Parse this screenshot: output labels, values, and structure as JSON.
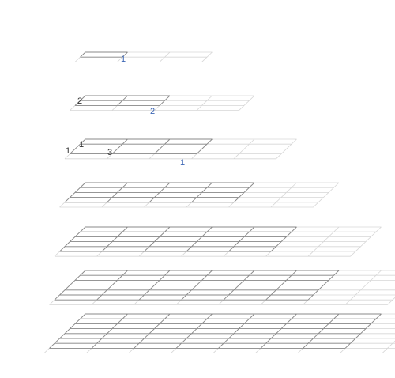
{
  "colors": {
    "background": "#ffffff",
    "main_grid": "#8a8a8a",
    "shadow_grid": "#d6d6d6",
    "dark_label": "#333333",
    "blue_label": "#3f68b5"
  },
  "layers": [
    {
      "cells": 1,
      "labels": [
        {
          "text": "1",
          "color": "blue"
        }
      ]
    },
    {
      "cells": 2,
      "labels": [
        {
          "text": "2",
          "color": "dark"
        },
        {
          "text": "2",
          "color": "blue"
        }
      ]
    },
    {
      "cells": 3,
      "labels": [
        {
          "text": "1",
          "color": "dark"
        },
        {
          "text": "1",
          "color": "dark"
        },
        {
          "text": "3",
          "color": "dark"
        },
        {
          "text": "1",
          "color": "blue"
        }
      ]
    },
    {
      "cells": 4,
      "labels": []
    },
    {
      "cells": 5,
      "labels": []
    },
    {
      "cells": 6,
      "labels": []
    },
    {
      "cells": 7,
      "labels": []
    }
  ]
}
